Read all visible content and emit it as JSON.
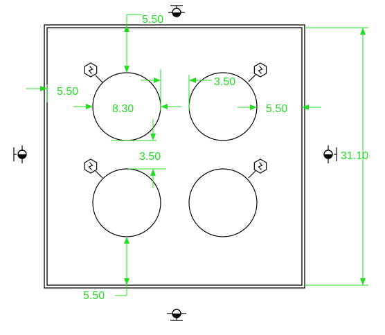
{
  "colors": {
    "dimension": "#22dd22",
    "geometry": "#000000",
    "background": "#ffffff"
  },
  "icons": {
    "hex_marker": "hexagon-lightning-icon",
    "datum": "datum-target-icon"
  },
  "dimensions": {
    "top_margin": "5.50",
    "left_margin": "5.50",
    "hole_diameter": "8.30",
    "hole_gap_horizontal": "3.50",
    "right_margin": "5.50",
    "hole_gap_vertical": "3.50",
    "overall_height": "31.10",
    "bottom_margin": "5.50"
  }
}
